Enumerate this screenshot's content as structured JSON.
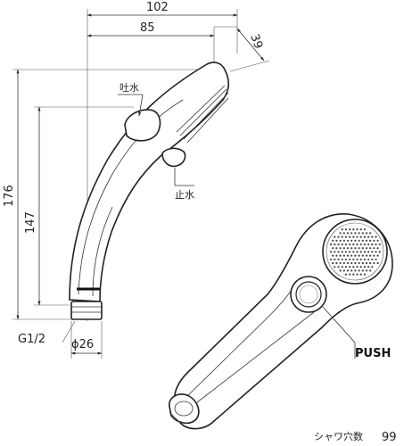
{
  "drawing": {
    "dim_total_width": "102",
    "dim_inner_width": "85",
    "dim_head_depth": "39",
    "dim_total_length": "176",
    "dim_handle_length": "147",
    "thread_label": "G1/2",
    "diameter_label": "ϕ26",
    "water_on_label": "吐水",
    "water_off_label": "止水",
    "push_label": "PUSH",
    "holes_label": "シャワ穴数",
    "holes_count": "99"
  }
}
